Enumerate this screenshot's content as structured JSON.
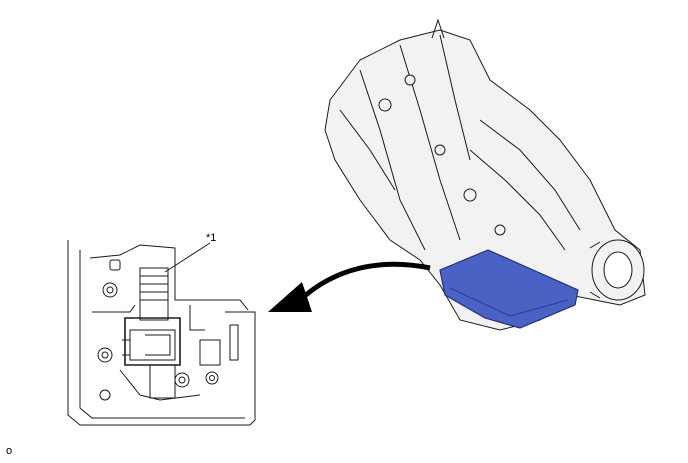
{
  "callouts": {
    "part_1": "*1"
  },
  "corner_mark": "o",
  "colors": {
    "highlight": "#4a62c4",
    "line": "#1a1a1a",
    "body_fill": "#f2f2f2",
    "arrow": "#000000"
  },
  "icons": [
    "transmission-illustration",
    "oil-pan-highlight",
    "pointer-arrow",
    "valve-body-detail"
  ]
}
